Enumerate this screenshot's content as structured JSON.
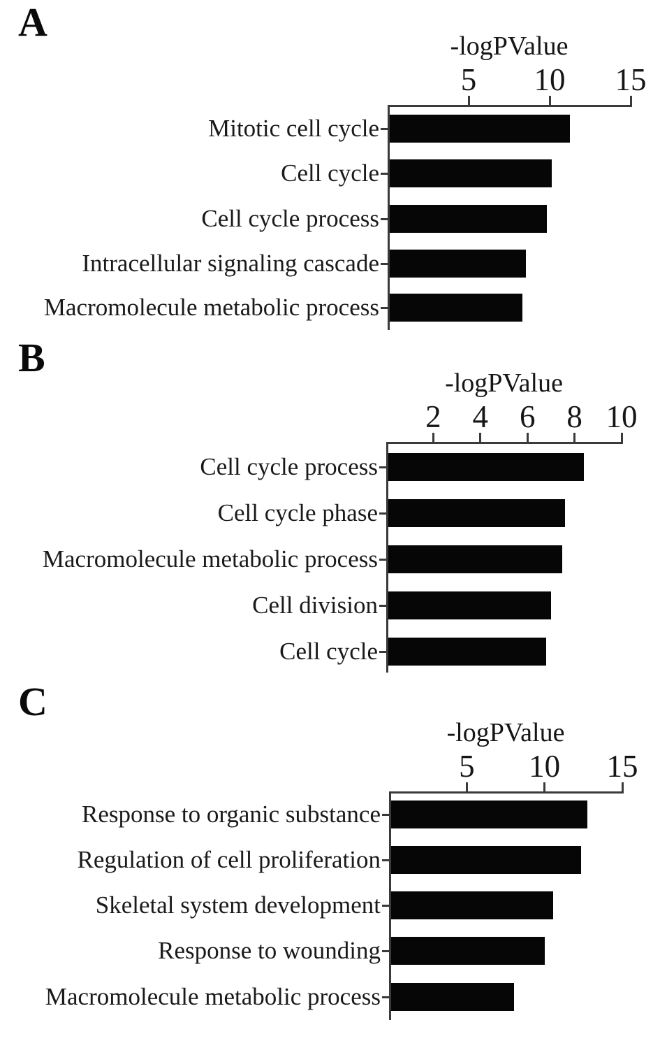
{
  "figure_title": "",
  "chart_data": [
    {
      "type": "bar",
      "orientation": "horizontal",
      "panel": "A",
      "title": "-logPValue",
      "xlabel": "-logPValue",
      "ylabel": "",
      "categories": [
        "Mitotic cell cycle",
        "Cell cycle",
        "Cell cycle process",
        "Intracellular signaling cascade",
        "Macromolecule metabolic process"
      ],
      "values": [
        11.1,
        10.0,
        9.7,
        8.4,
        8.2
      ],
      "xlim": [
        0,
        15
      ],
      "xticks": [
        5,
        10,
        15
      ],
      "bar_color": "#060606",
      "grid": false,
      "legend": false
    },
    {
      "type": "bar",
      "orientation": "horizontal",
      "panel": "B",
      "title": "-logPValue",
      "xlabel": "-logPValue",
      "ylabel": "",
      "categories": [
        "Cell cycle process",
        "Cell cycle phase",
        "Macromolecule metabolic process",
        "Cell division",
        "Cell cycle"
      ],
      "values": [
        8.3,
        7.5,
        7.4,
        6.9,
        6.7
      ],
      "xlim": [
        0,
        10
      ],
      "xticks": [
        2,
        4,
        6,
        8,
        10
      ],
      "bar_color": "#060606",
      "grid": false,
      "legend": false
    },
    {
      "type": "bar",
      "orientation": "horizontal",
      "panel": "C",
      "title": "-logPValue",
      "xlabel": "-logPValue",
      "ylabel": "",
      "categories": [
        "Response to organic substance",
        "Regulation of cell proliferation",
        "Skeletal system development",
        "Response to wounding",
        "Macromolecule metabolic process"
      ],
      "values": [
        12.6,
        12.2,
        10.4,
        9.9,
        7.9
      ],
      "xlim": [
        0,
        15
      ],
      "xticks": [
        5,
        10,
        15
      ],
      "bar_color": "#060606",
      "grid": false,
      "legend": false
    }
  ]
}
